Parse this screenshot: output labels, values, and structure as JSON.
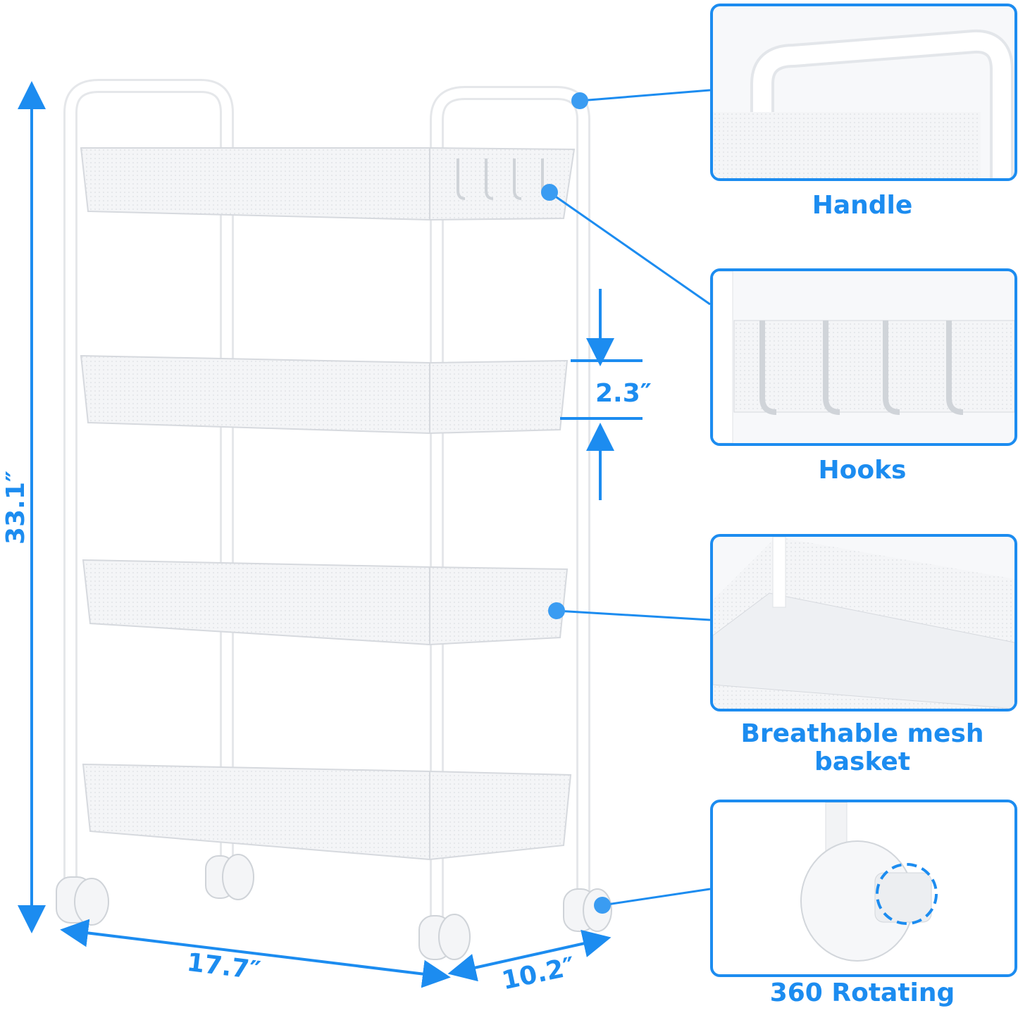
{
  "accent_color": "#1c8cf0",
  "dimensions": {
    "height": "33.1″",
    "width": "17.7″",
    "depth": "10.2″",
    "shelf_lip": "2.3″"
  },
  "features": [
    {
      "label": "Handle",
      "icon": "handle-closeup"
    },
    {
      "label": "Hooks",
      "icon": "hooks-closeup"
    },
    {
      "label": "Breathable mesh basket",
      "icon": "mesh-basket-closeup"
    },
    {
      "label": "360 Rotating",
      "icon": "caster-wheel-closeup"
    }
  ]
}
